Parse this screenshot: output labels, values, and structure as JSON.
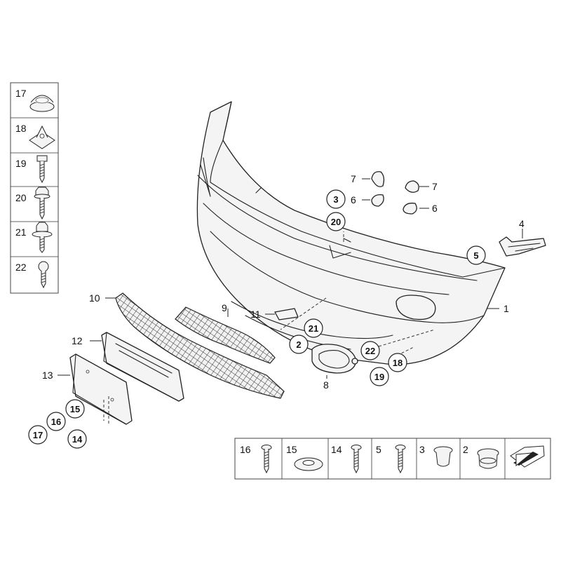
{
  "callouts": {
    "p1": "1",
    "p4": "4",
    "p5": "5",
    "p7a": "7",
    "p6a": "6",
    "p3": "3",
    "p20": "20",
    "p7b": "7",
    "p6b": "6",
    "p9": "9",
    "p10": "10",
    "p11": "11",
    "p21": "21",
    "p2": "2",
    "p22": "22",
    "p18": "18",
    "p19": "19",
    "p8": "8",
    "p12": "12",
    "p13": "13",
    "p15": "15",
    "p16": "16",
    "p17": "17",
    "p14": "14"
  },
  "left_legend": [
    "17",
    "18",
    "19",
    "20",
    "21",
    "22"
  ],
  "bottom_legend": [
    "16",
    "15",
    "14",
    "5",
    "3",
    "2"
  ],
  "icons": [
    "bumper-icon",
    "grille-icon",
    "license-plate-icon",
    "screw-icon",
    "clip-icon",
    "grommet-icon",
    "cap-icon",
    "arrow-icon"
  ]
}
